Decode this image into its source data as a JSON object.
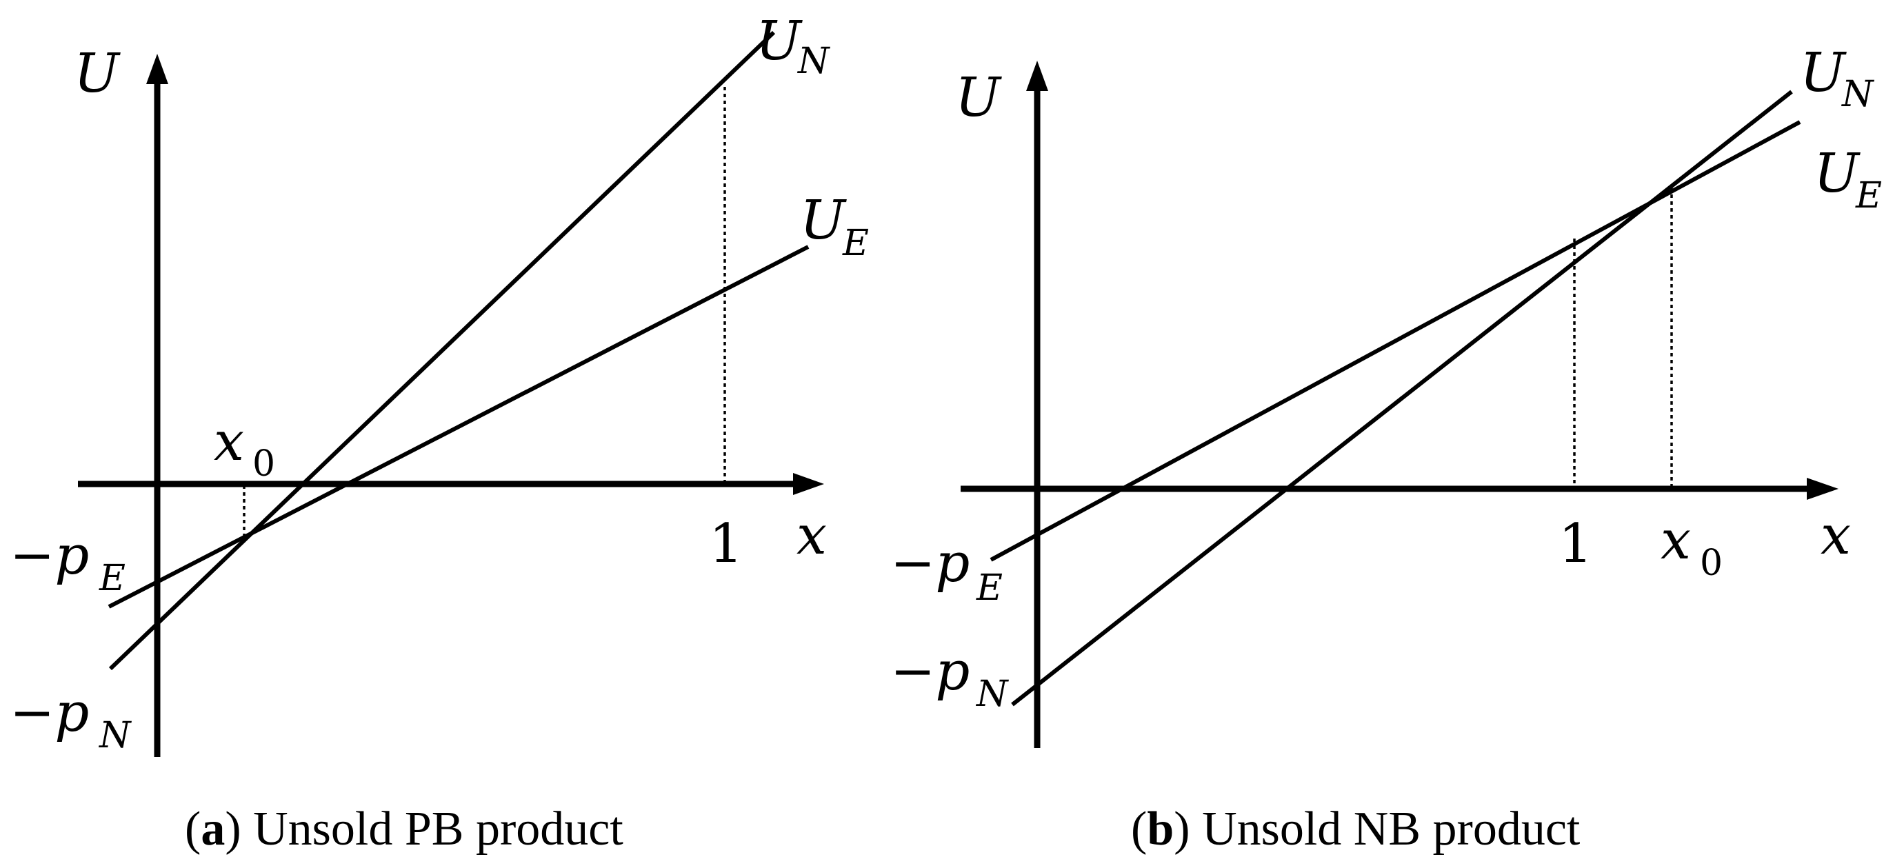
{
  "panels": [
    {
      "caption": {
        "letter": "a",
        "text": " Unsold PB product"
      },
      "labels": {
        "y_axis": "U",
        "x_axis": "x",
        "line_N": "U",
        "line_N_sub": "N",
        "line_E": "U",
        "line_E_sub": "E",
        "intercept_E_prefix": "−p",
        "intercept_E_sub": "E",
        "intercept_N_prefix": "−p",
        "intercept_N_sub": "N",
        "crossing": "x",
        "crossing_sub": "0",
        "unit_tick": "1"
      }
    },
    {
      "caption": {
        "letter": "b",
        "text": " Unsold NB product"
      },
      "labels": {
        "y_axis": "U",
        "x_axis": "x",
        "line_N": "U",
        "line_N_sub": "N",
        "line_E": "U",
        "line_E_sub": "E",
        "intercept_E_prefix": "−p",
        "intercept_E_sub": "E",
        "intercept_N_prefix": "−p",
        "intercept_N_sub": "N",
        "crossing": "x",
        "crossing_sub": "0",
        "unit_tick": "1"
      }
    }
  ]
}
